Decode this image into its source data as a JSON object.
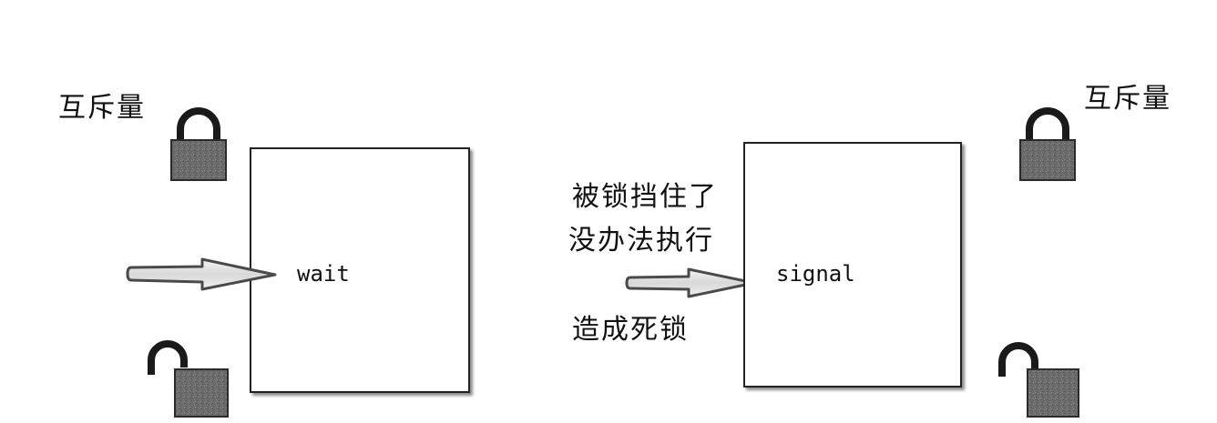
{
  "diagram": {
    "left": {
      "mutex_label": "互斥量",
      "operation": "wait",
      "icons": {
        "top": "locked-padlock-icon",
        "bottom": "unlocked-padlock-icon",
        "arrow": "right-arrow-icon"
      }
    },
    "right": {
      "mutex_label": "互斥量",
      "operation": "signal",
      "icons": {
        "top": "locked-padlock-icon",
        "bottom": "unlocked-padlock-icon",
        "arrow": "right-arrow-icon"
      }
    },
    "annotation": {
      "line1": "被锁挡住了",
      "line2": "没办法执行",
      "line3": "造成死锁"
    }
  },
  "colors": {
    "lock_body": "#6b6b6b",
    "lock_shackle": "#1a1a1a",
    "box_border": "#222222",
    "arrow_fill": "#e2e2e2",
    "arrow_stroke": "#4a4a4a"
  }
}
